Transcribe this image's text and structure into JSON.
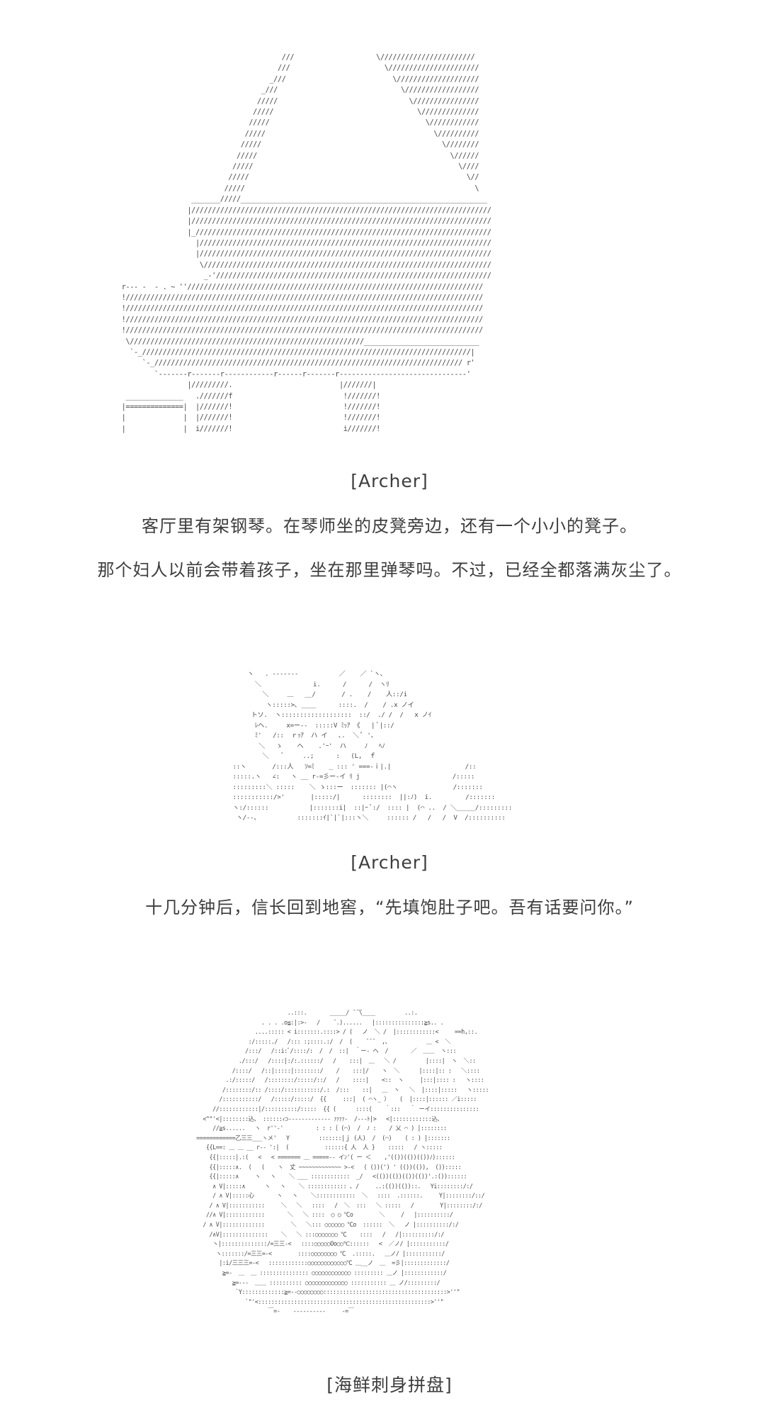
{
  "sections": [
    {
      "art_subject": "piano-ascii-art",
      "speaker": "[Archer]",
      "lines": [
        "客厅里有架钢琴。在琴师坐的皮凳旁边，还有一个小小的凳子。",
        "那个妇人以前会带着孩子，坐在那里弹琴吗。不过，已经全都落满灰尘了。"
      ]
    },
    {
      "art_subject": "archer-character-ascii-art",
      "speaker": "[Archer]",
      "lines": [
        "十几分钟后，信长回到地窖，“先填饱肚子吧。吾有话要问你。”"
      ]
    },
    {
      "art_subject": "seafood-sashimi-platter-ascii-art",
      "caption": "[海鲜刺身拼盘]"
    }
  ]
}
